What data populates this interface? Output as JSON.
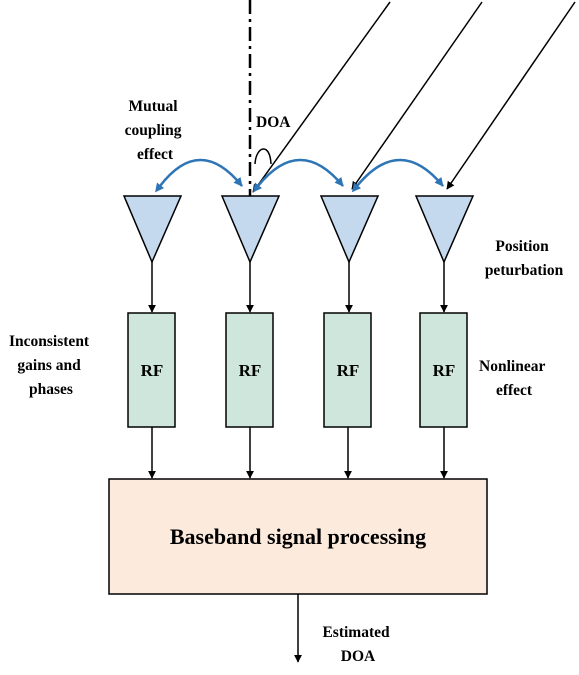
{
  "labels": {
    "doa": "DOA",
    "mutual_coupling": [
      "Mutual",
      "coupling",
      "effect"
    ],
    "position_perturbation": [
      "Position",
      "peturbation"
    ],
    "inconsistent_gains": [
      "Inconsistent",
      "gains and",
      "phases"
    ],
    "nonlinear": [
      "Nonlinear",
      "effect"
    ],
    "baseband": "Baseband signal processing",
    "estimated_doa": [
      "Estimated",
      "DOA"
    ]
  },
  "rf_blocks": [
    "RF",
    "RF",
    "RF",
    "RF"
  ],
  "colors": {
    "antenna_fill": "#C5D9EE",
    "rf_fill": "#CFE6DC",
    "baseband_fill": "#FCEBDD",
    "coupling_arrow": "#2E75B6",
    "stroke": "#000000"
  }
}
